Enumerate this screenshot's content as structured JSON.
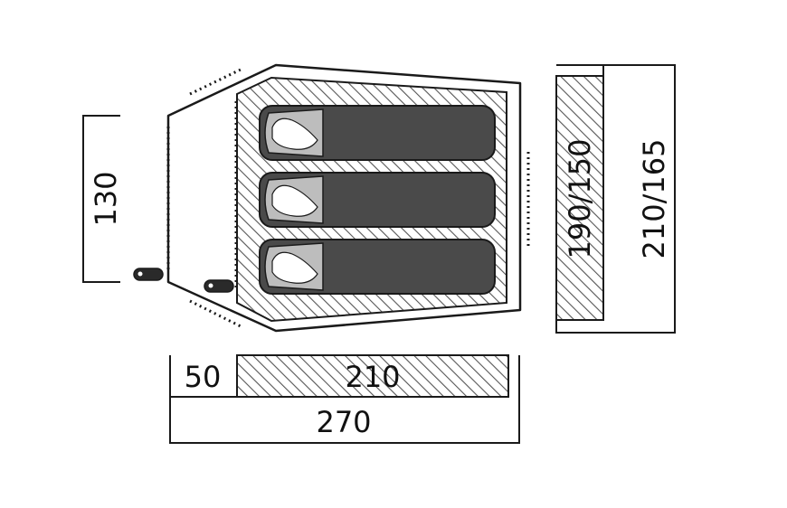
{
  "dimensions": {
    "vestibule_depth": "50",
    "inner_length": "210",
    "total_length": "270",
    "vestibule_width": "130",
    "inner_width": "190/150",
    "outer_width": "210/165"
  },
  "sleeping_bags": 3,
  "colors": {
    "outline": "#1a1a1a",
    "sleeping_bag": "#4a4a4a",
    "hatch": "#555555",
    "background": "#ffffff"
  }
}
